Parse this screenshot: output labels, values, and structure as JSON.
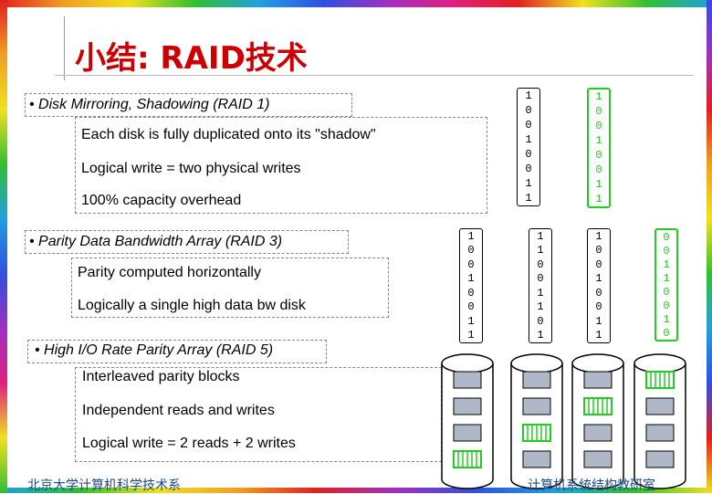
{
  "title": "小结: RAID技术",
  "raid1": {
    "bullet": "• Disk Mirroring, Shadowing (RAID 1)",
    "lines": [
      "Each disk is fully duplicated onto its \"shadow\"",
      "Logical write = two physical writes",
      "100% capacity overhead"
    ],
    "disks": [
      [
        "1",
        "0",
        "0",
        "1",
        "0",
        "0",
        "1",
        "1"
      ],
      [
        "1",
        "0",
        "0",
        "1",
        "0",
        "0",
        "1",
        "1"
      ]
    ]
  },
  "raid3": {
    "bullet": "• Parity Data Bandwidth Array (RAID 3)",
    "lines": [
      "Parity computed horizontally",
      "Logically a single high data bw disk"
    ],
    "disks": [
      [
        "1",
        "0",
        "0",
        "1",
        "0",
        "0",
        "1",
        "1"
      ],
      [
        "1",
        "1",
        "0",
        "0",
        "1",
        "1",
        "0",
        "1"
      ],
      [
        "1",
        "0",
        "0",
        "1",
        "0",
        "0",
        "1",
        "1"
      ],
      [
        "0",
        "0",
        "1",
        "1",
        "0",
        "0",
        "1",
        "0"
      ]
    ]
  },
  "raid5": {
    "bullet": "• High I/O Rate Parity Array (RAID 5)",
    "lines": [
      "Interleaved parity blocks",
      "Independent reads and writes",
      "Logical write = 2 reads + 2 writes"
    ]
  },
  "colors": {
    "title": "#cc0000",
    "parity": "#22cc22",
    "block": "#b0b8c8"
  },
  "footer": {
    "left": "北京大学计算机科学技术系",
    "right": "计算机系统结构教研室"
  }
}
